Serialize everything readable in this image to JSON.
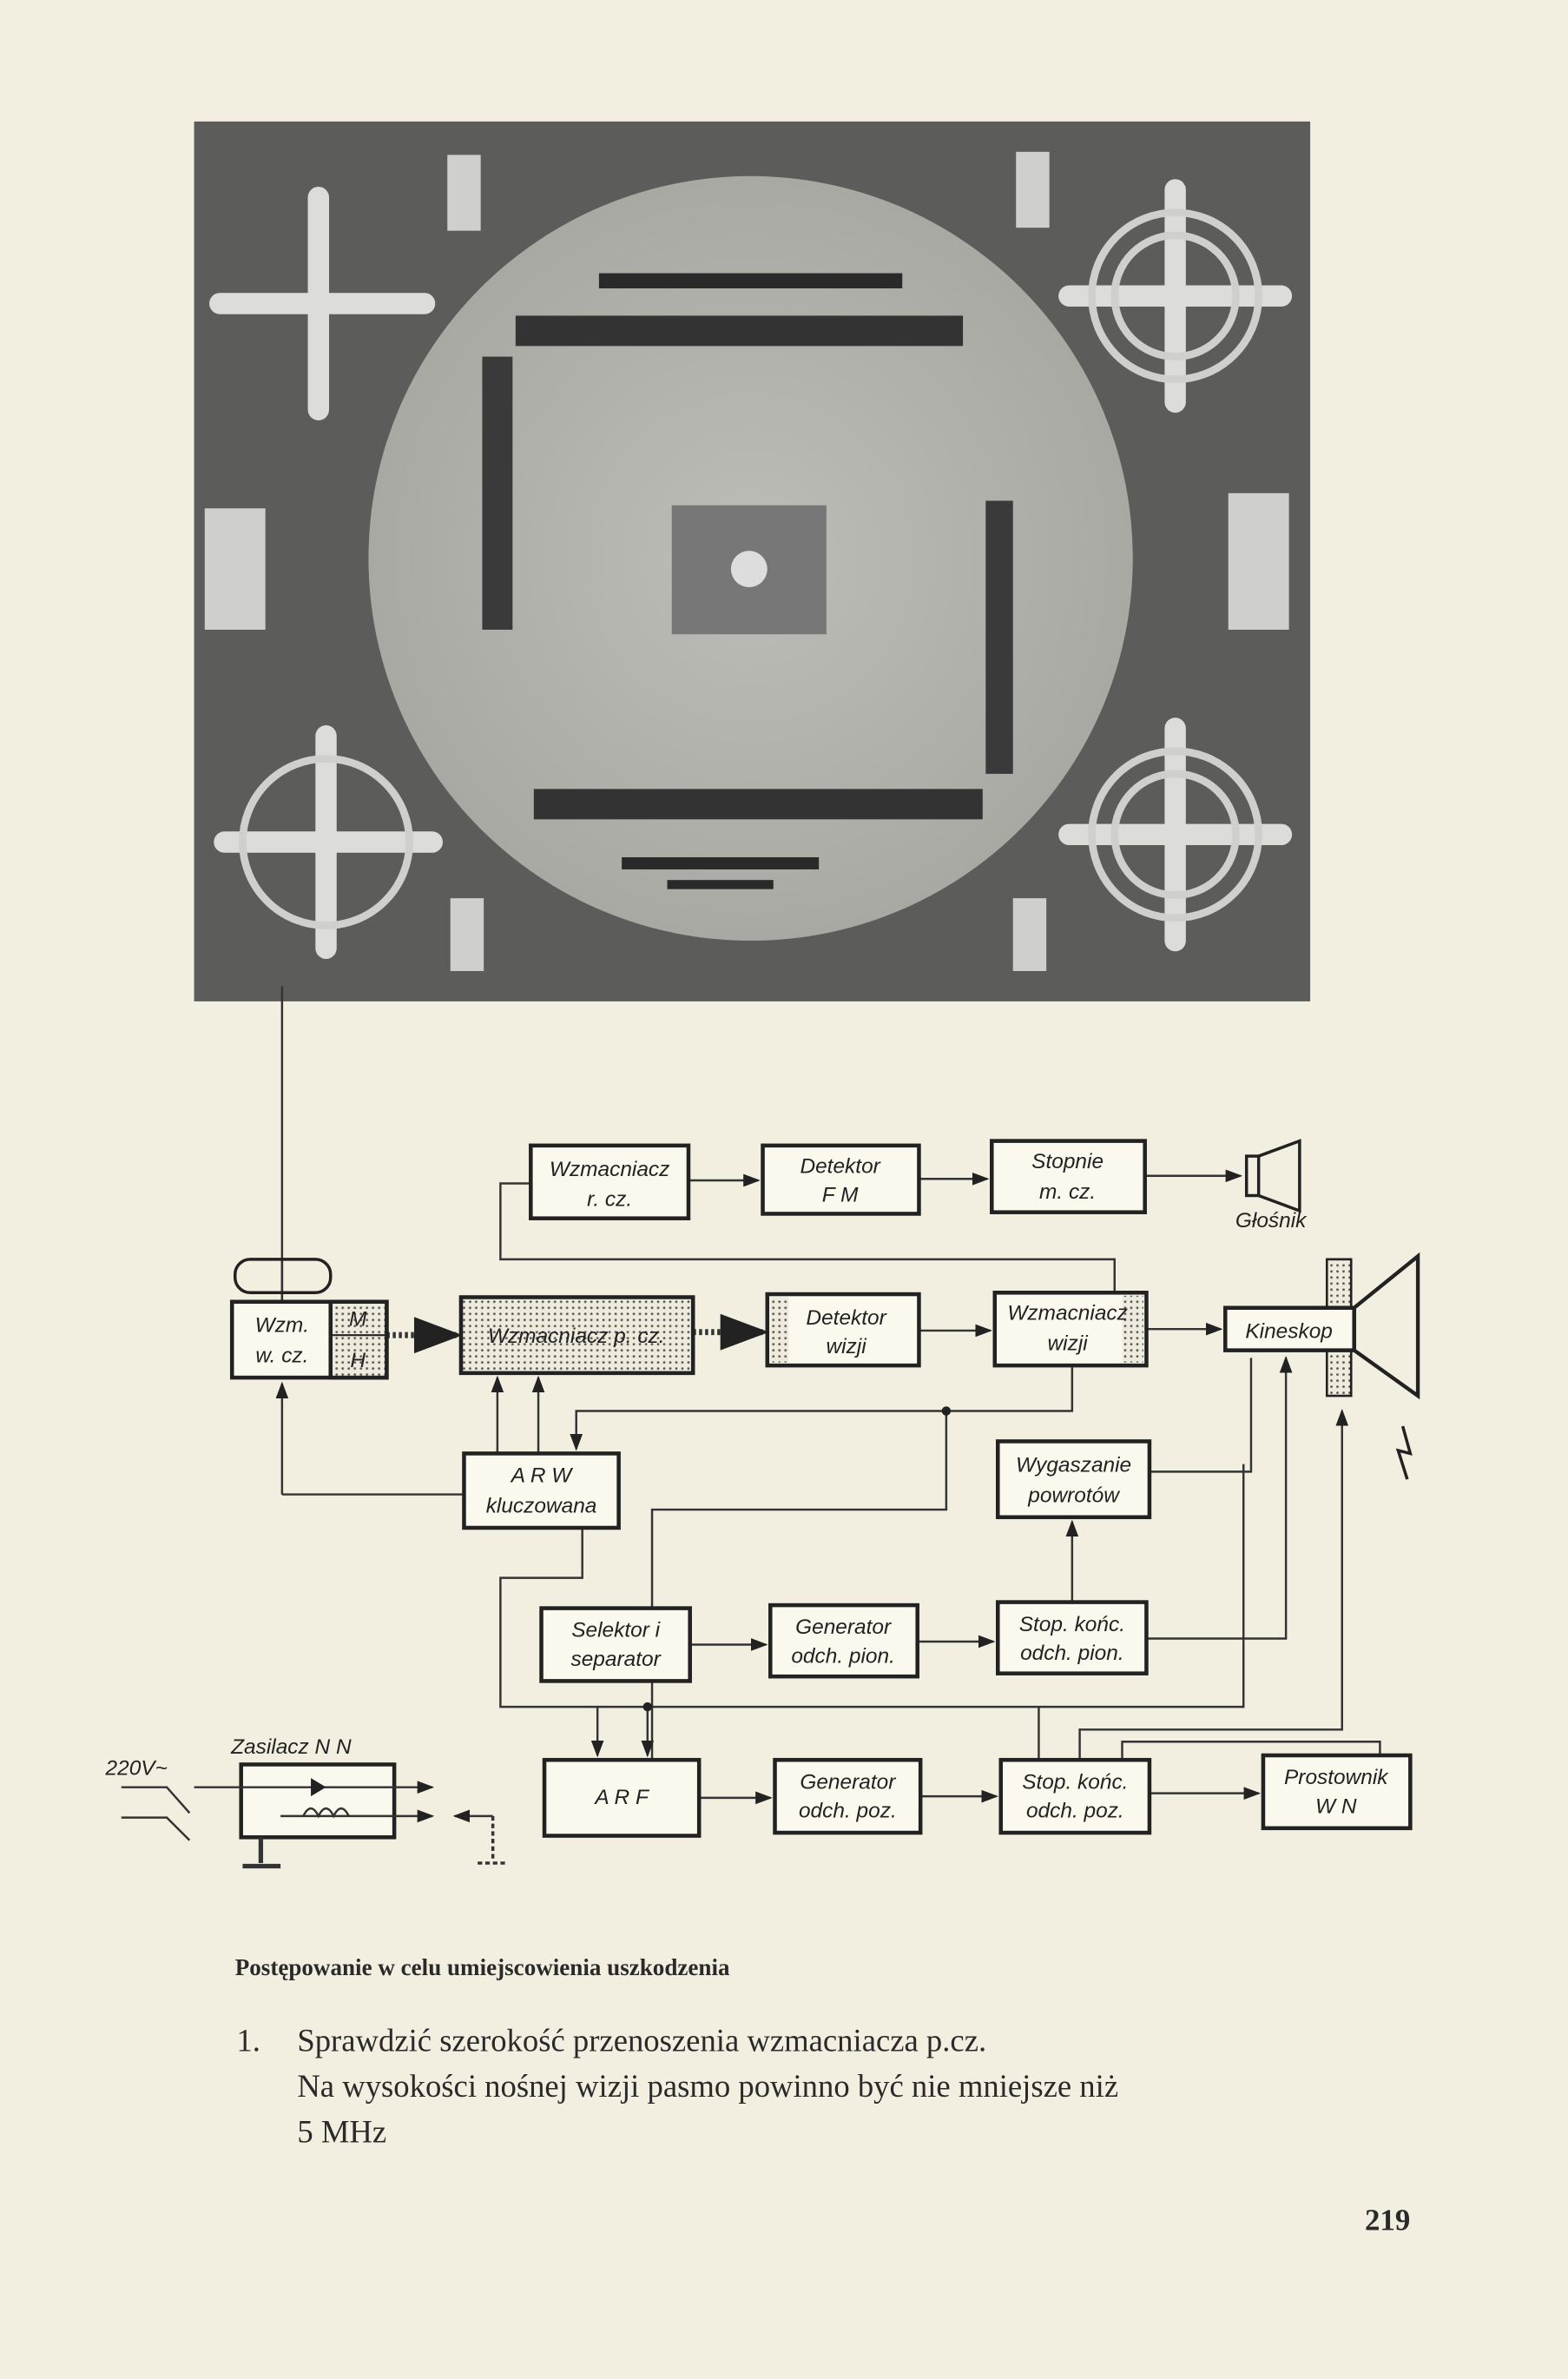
{
  "figure": {
    "blocks": {
      "wzm_rcz": [
        "Wzmacniacz",
        "r. cz."
      ],
      "det_fm": [
        "Detektor",
        "F M"
      ],
      "stopnie_mcz": [
        "Stopnie",
        "m. cz."
      ],
      "glosnik": "Głośnik",
      "wzm_wcz": [
        "Wzm.",
        "w. cz."
      ],
      "mh": [
        "M",
        "H"
      ],
      "wzm_pcz": "Wzmacniacz p. cz.",
      "det_wizji": [
        "Detektor",
        "wizji"
      ],
      "wzm_wizji": [
        "Wzmacniacz",
        "wizji"
      ],
      "kineskop": "Kineskop",
      "arw": [
        "A R W",
        "kluczowana"
      ],
      "wygaszanie": [
        "Wygaszanie",
        "powrotów"
      ],
      "selektor": [
        "Selektor i",
        "separator"
      ],
      "gen_pion": [
        "Generator",
        "odch. pion."
      ],
      "stop_pion": [
        "Stop. końc.",
        "odch. pion."
      ],
      "arf": "A R F",
      "gen_poz": [
        "Generator",
        "odch. poz."
      ],
      "stop_poz": [
        "Stop. końc.",
        "odch. poz."
      ],
      "prostownik": [
        "Prostownik",
        "W N"
      ],
      "zasilacz": "Zasilacz N N",
      "mains": "220V~"
    }
  },
  "text": {
    "heading": "Postępowanie w celu umiejscowienia uszkodzenia",
    "item1_num": "1.",
    "item1_lines": [
      "Sprawdzić szerokość przenoszenia wzmacniacza p.cz.",
      "Na wysokości nośnej wizji pasmo powinno być nie mniejsze niż",
      "5 MHz"
    ]
  },
  "page_number": "219"
}
